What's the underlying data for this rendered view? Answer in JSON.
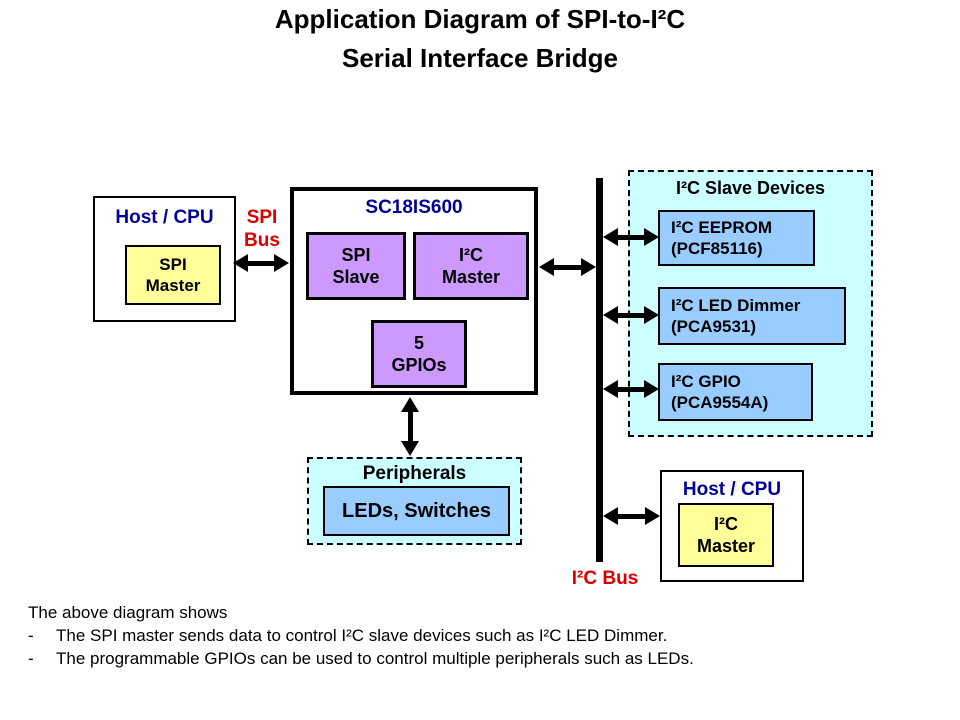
{
  "colors": {
    "navy_title": "#000099",
    "bus_label_red": "#dd0000",
    "host_inner_yellow": "#ffff99",
    "bridge_inner_purple": "#cc99ff",
    "slave_inner_blue": "#99ccff",
    "group_bg_cyan": "#ccffff",
    "line_black": "#000000"
  },
  "title": {
    "line1": "Application Diagram of SPI-to-I²C",
    "line2": "Serial Interface Bridge"
  },
  "host_cpu_left": {
    "title": "Host / CPU",
    "inner": "SPI\nMaster"
  },
  "spi_bus_label": "SPI\nBus",
  "sc18is600": {
    "title": "SC18IS600",
    "spi_slave": "SPI\nSlave",
    "i2c_master": "I²C\nMaster",
    "gpios": "5\nGPIOs"
  },
  "slave_devices": {
    "title": "I²C Slave Devices",
    "items": [
      "I²C EEPROM\n(PCF85116)",
      "I²C LED Dimmer\n(PCA9531)",
      "I²C GPIO\n(PCA9554A)"
    ]
  },
  "peripherals": {
    "title": "Peripherals",
    "inner": "LEDs, Switches"
  },
  "host_cpu_right": {
    "title": "Host / CPU",
    "inner": "I²C\nMaster"
  },
  "i2c_bus_label": "I²C Bus",
  "notes": {
    "intro": "The above diagram shows",
    "bullet_marker": "-",
    "bullets": [
      "The SPI master sends data to control I²C slave devices such as I²C LED Dimmer.",
      "The programmable GPIOs can be used to control multiple peripherals such as LEDs."
    ]
  }
}
